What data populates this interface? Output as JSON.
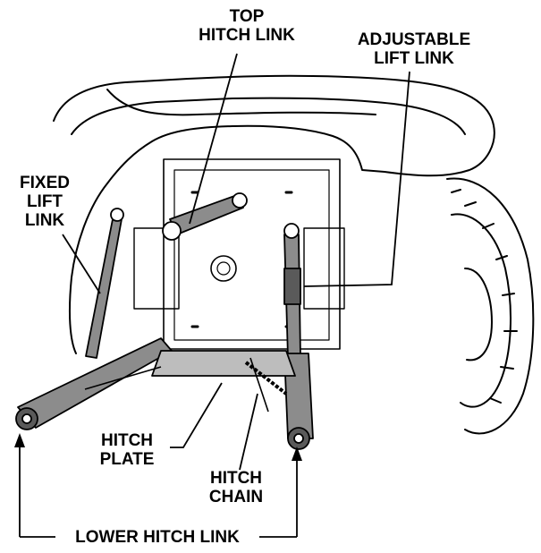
{
  "labels": {
    "top_hitch_link": [
      "TOP",
      "HITCH LINK"
    ],
    "adjustable_lift_link": [
      "ADJUSTABLE",
      "LIFT LINK"
    ],
    "fixed_lift_link": [
      "FIXED",
      "LIFT",
      "LINK"
    ],
    "hitch_plate": [
      "HITCH",
      "PLATE"
    ],
    "hitch_chain": [
      "HITCH",
      "CHAIN"
    ],
    "lower_hitch_link": "LOWER HITCH LINK"
  },
  "colors": {
    "line": "#000000",
    "metal_fill": "#8c8c8c",
    "metal_dark": "#5a5a5a",
    "tire_fill": "#ffffff",
    "background": "#ffffff"
  }
}
